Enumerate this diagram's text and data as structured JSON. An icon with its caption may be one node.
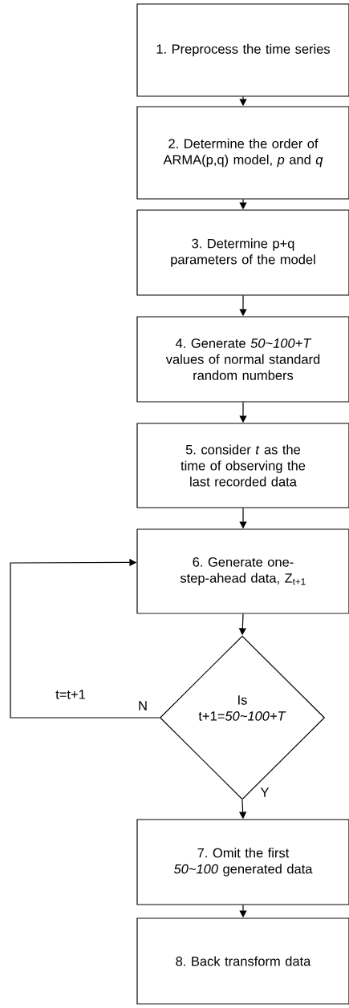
{
  "diagram": {
    "nodes": [
      {
        "text": [
          "1. Preprocess the time series"
        ]
      },
      {
        "text": [
          "2. Determine the order of ARMA(p,q) model, *p* and *q*"
        ]
      },
      {
        "text": [
          "3. Determine p+q parameters of the model"
        ]
      },
      {
        "text": [
          "4. Generate *50~100+T* values of normal standard random numbers"
        ]
      },
      {
        "text": [
          "5. consider *t* as the time of observing the last recorded data"
        ]
      },
      {
        "text": [
          "6. Generate one-step-ahead data, Z$_{t+1}$"
        ]
      },
      {
        "text": [
          "Is",
          "t+1=*50~100+T*"
        ]
      },
      {
        "text": [
          "7. Omit the first *50~100* generated data"
        ]
      },
      {
        "text": [
          "8. Back transform data"
        ]
      }
    ],
    "edges": [
      {
        "from": 0,
        "to": 1,
        "arrow": "to"
      },
      {
        "from": 1,
        "to": 2,
        "arrow": "to"
      },
      {
        "from": 2,
        "to": 3,
        "arrow": "to"
      },
      {
        "from": 3,
        "to": 4,
        "arrow": "to"
      },
      {
        "from": 4,
        "to": 5,
        "arrow": "to"
      },
      {
        "from": 5,
        "to": 6,
        "arrow": "to"
      },
      {
        "from": 6,
        "to": 7,
        "arrow": "to",
        "label": "Y"
      },
      {
        "from": 7,
        "to": 8,
        "arrow": "to"
      },
      {
        "from": 6,
        "to": 5,
        "arrow": "to",
        "label": "N"
      }
    ],
    "labels": [
      "t=t+1"
    ]
  }
}
